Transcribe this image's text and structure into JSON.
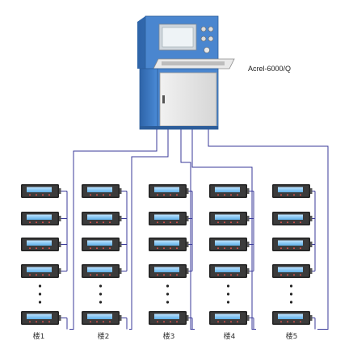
{
  "system": {
    "model_label": "Acrel-6000/Q"
  },
  "buildings": [
    {
      "label": "楼1"
    },
    {
      "label": "楼2"
    },
    {
      "label": "楼3"
    },
    {
      "label": "楼4"
    },
    {
      "label": "楼5"
    }
  ],
  "colors": {
    "cabinet_blue": "#3a78c2",
    "cabinet_panel": "#e8e8e8",
    "bus_line": "#3a3a9a",
    "device_body": "#222222",
    "device_screen": "#5fb0e8"
  }
}
